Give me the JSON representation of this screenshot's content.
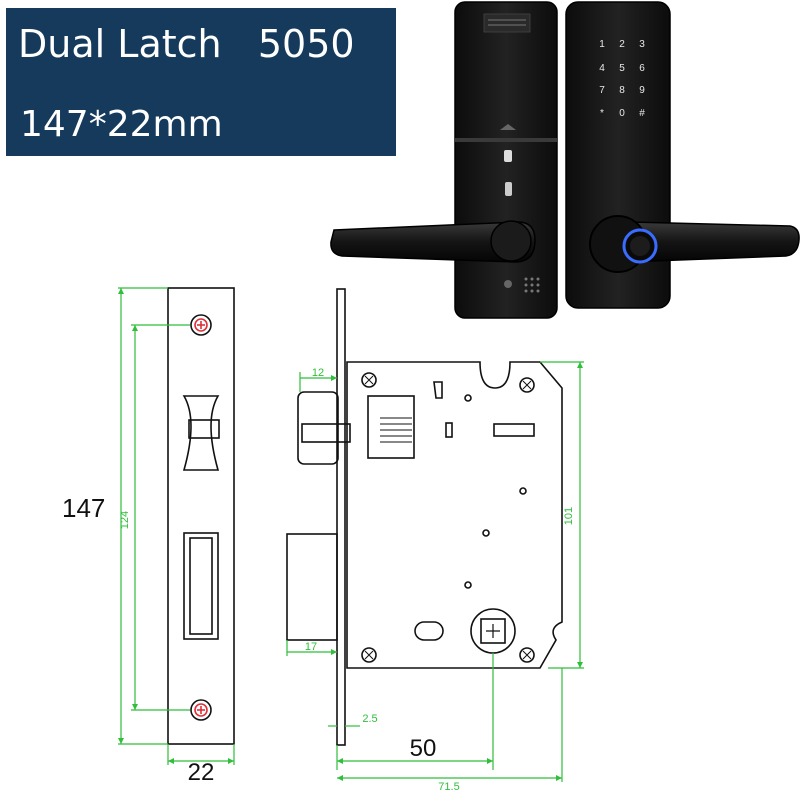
{
  "banner": {
    "title": "Dual Latch   5050",
    "size": "147*22mm"
  },
  "keypad": {
    "keys": [
      "1",
      "2",
      "3",
      "4",
      "5",
      "6",
      "7",
      "8",
      "9",
      "*",
      "0",
      "#"
    ]
  },
  "dimensions": {
    "height_total": "147",
    "height_holes": "124",
    "faceplate_width": "22",
    "latch_depth": "12",
    "bolt_depth": "17",
    "body_height": "101",
    "plate_thickness": "2.5",
    "backset": "50",
    "body_length": "71.5"
  },
  "colors": {
    "banner_bg": "#153a5b",
    "dimension_green": "#2fbf3a",
    "screw_red": "#e0303a",
    "lock_black": "#1a1a1a",
    "fingerprint_blue": "#3a6cff"
  }
}
